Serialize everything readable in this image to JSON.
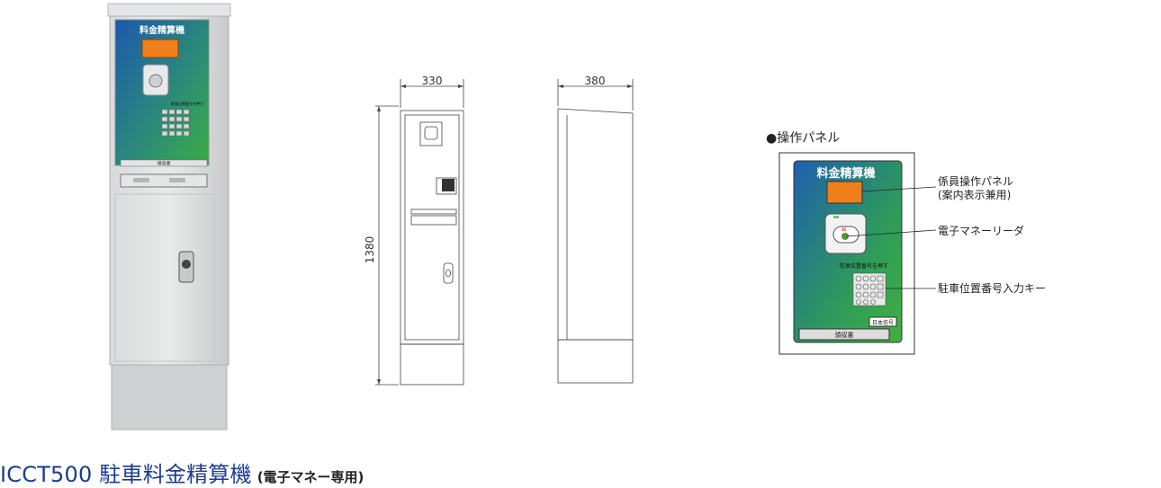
{
  "photo": {
    "panel_title": "料金精算機",
    "receipt_label": "領収書",
    "keypad_caption": "駐車位置番号を押す"
  },
  "drawings": {
    "front_width": "330",
    "side_width": "380",
    "height": "1380"
  },
  "panel": {
    "heading": "●操作パネル",
    "panel_title": "料金精算機",
    "keypad_caption": "駐車位置番号を押す",
    "brand_plate": "日本信号",
    "receipt_label": "領収書",
    "callouts": [
      {
        "label": "係員操作パネル"
      },
      {
        "label": "(案内表示兼用)"
      },
      {
        "label": "電子マネーリーダ"
      },
      {
        "label": "駐車位置番号入力キー"
      }
    ]
  },
  "footer": {
    "model": "ICCT500 駐車料金精算機",
    "note": "(電子マネー専用)"
  },
  "colors": {
    "panel_blue": "#1f5fae",
    "panel_green": "#37a84a",
    "display_orange": "#ef7f1a",
    "footer_blue": "#1a3d8f"
  }
}
